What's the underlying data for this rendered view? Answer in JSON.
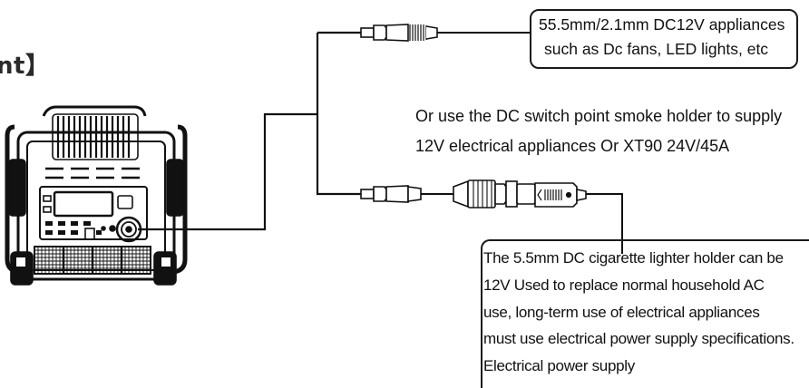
{
  "heading": "nt】",
  "callout_top": {
    "lines": [
      "55.5mm/2.1mm DC12V appliances",
      "such as Dc fans, LED lights, etc"
    ]
  },
  "middle_note": {
    "lines": [
      "Or use the DC switch point smoke holder to supply",
      "12V electrical appliances Or XT90 24V/45A"
    ]
  },
  "callout_bottom": {
    "lines": [
      "The 5.5mm DC cigarette lighter holder can be",
      "12V Used to replace normal household AC",
      "use, long-term use of electrical appliances",
      "must use electrical power supply specifications.",
      "Electrical power supply"
    ]
  }
}
